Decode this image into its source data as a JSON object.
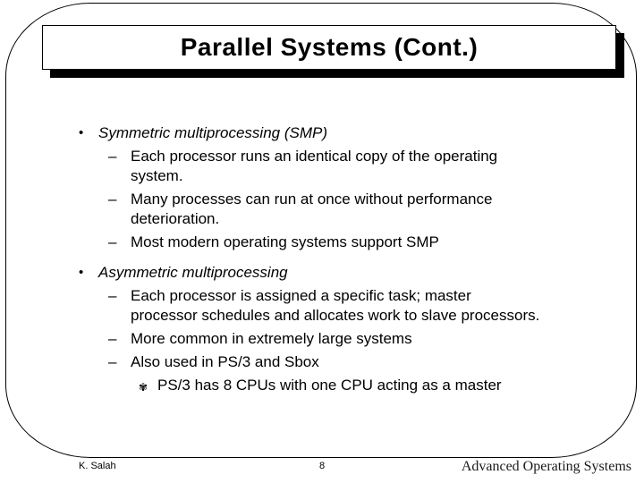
{
  "slide": {
    "title": "Parallel Systems (Cont.)",
    "bullet_glyphs": {
      "level1": "•",
      "level2": "–",
      "level3": "✾"
    },
    "bullets": [
      {
        "label": "Symmetric multiprocessing (SMP)",
        "children": [
          {
            "label": "Each processor runs an identical copy of the operating\nsystem."
          },
          {
            "label": "Many processes can run at once without performance\ndeterioration."
          },
          {
            "label": "Most modern operating systems support SMP"
          }
        ]
      },
      {
        "label": "Asymmetric multiprocessing",
        "children": [
          {
            "label": "Each processor is assigned a specific task; master\nprocessor schedules and allocates work to slave processors."
          },
          {
            "label": "More common in extremely large systems"
          },
          {
            "label": "Also used in PS/3 and Sbox",
            "children": [
              {
                "label": "PS/3 has 8 CPUs with one CPU acting as a master"
              }
            ]
          }
        ]
      }
    ]
  },
  "footer": {
    "author": "K. Salah",
    "page_number": "8",
    "course": "Advanced Operating Systems"
  },
  "colors": {
    "text": "#000000",
    "background": "#ffffff",
    "frame_border": "#000000",
    "title_shadow": "#000000"
  }
}
